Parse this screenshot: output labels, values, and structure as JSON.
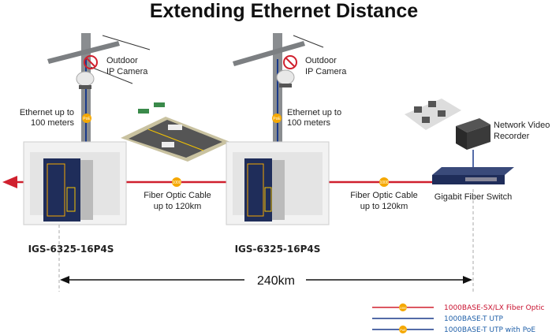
{
  "title": "Extending Ethernet Distance",
  "camera1": {
    "line1": "Outdoor",
    "line2": "IP Camera"
  },
  "camera2": {
    "line1": "Outdoor",
    "line2": "IP Camera"
  },
  "ethernet1": {
    "line1": "Ethernet up to",
    "line2": "100 meters"
  },
  "ethernet2": {
    "line1": "Ethernet up to",
    "line2": "100 meters"
  },
  "fiber1": {
    "line1": "Fiber Optic Cable",
    "line2": "up to 120km"
  },
  "fiber2": {
    "line1": "Fiber Optic Cable",
    "line2": "up to 120km"
  },
  "switch1_label": "IGS-6325-16P4S",
  "switch2_label": "IGS-6325-16P4S",
  "nvr": {
    "line1": "Network Video",
    "line2": "Recorder"
  },
  "gigabit_switch": "Gigabit Fiber Switch",
  "distance": "240km",
  "badges": {
    "fiber": "1000",
    "poe": "PoE"
  },
  "legend": [
    {
      "label": "1000BASE-SX/LX Fiber Optic",
      "color": "#c8102e",
      "line": "#d0202e",
      "badge": "1000"
    },
    {
      "label": "1000BASE-T UTP",
      "color": "#1f5fa8",
      "line": "#1a3a8a"
    },
    {
      "label": "1000BASE-T UTP with PoE",
      "color": "#1f5fa8",
      "line": "#1a3a8a",
      "badge": "PoE"
    }
  ],
  "colors": {
    "fiber": "#d0202e",
    "utp": "#1a3a8a",
    "badge": "#f5a800"
  }
}
